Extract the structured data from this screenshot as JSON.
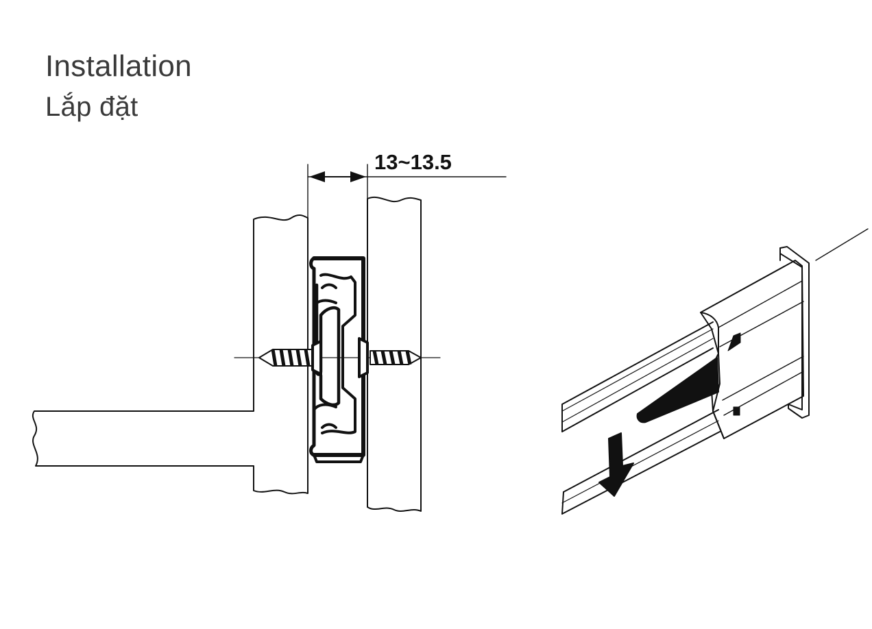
{
  "heading": {
    "title": "Installation",
    "subtitle": "Lắp đặt"
  },
  "section_view": {
    "dimension_label": "13~13.5"
  },
  "perspective_view": {
    "arrow_direction": "down"
  },
  "colors": {
    "ink": "#111111",
    "title": "#3a3a3a",
    "background": "#ffffff"
  }
}
